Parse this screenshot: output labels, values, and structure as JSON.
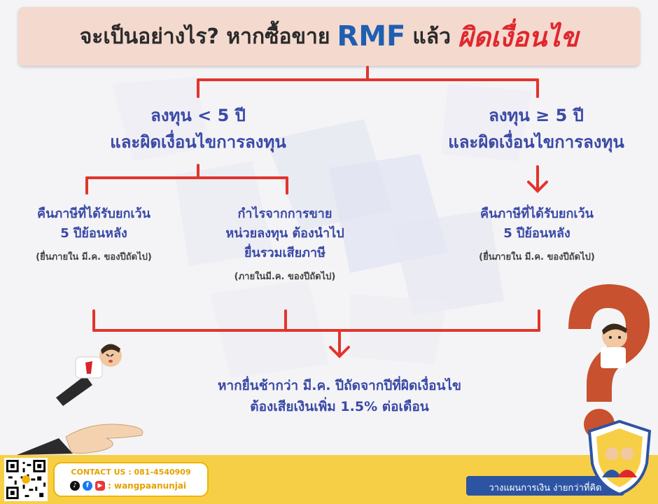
{
  "title": {
    "part1": "จะเป็นอย่างไร? หากซื้อขาย",
    "rmf": "RMF",
    "part2": "แล้ว",
    "accent": "ผิดเงื่อนไข"
  },
  "left_condition": {
    "line1": "ลงทุน < 5 ปี",
    "line2": "และผิดเงื่อนไขการลงทุน"
  },
  "right_condition": {
    "line1": "ลงทุน ≥ 5 ปี",
    "line2": "และผิดเงื่อนไขการลงทุน"
  },
  "outcome_left_a": {
    "line1": "คืนภาษีที่ได้รับยกเว้น",
    "line2": "5 ปีย้อนหลัง",
    "note": "(ยื่นภายใน มี.ค. ของปีถัดไป)"
  },
  "outcome_left_b": {
    "line1": "กำไรจากการขาย",
    "line2": "หน่วยลงทุน ต้องนำไป",
    "line3": "ยื่นรวมเสียภาษี",
    "note": "(ภายในมี.ค. ของปีถัดไป)"
  },
  "outcome_right": {
    "line1": "คืนภาษีที่ได้รับยกเว้น",
    "line2": "5 ปีย้อนหลัง",
    "note": "(ยื่นภายใน มี.ค. ของปีถัดไป)"
  },
  "penalty": {
    "line1": "หากยื่นช้ากว่า มี.ค. ปีถัดจากปีที่ผิดเงื่อนไข",
    "line2": "ต้องเสียเงินเพิ่ม 1.5% ต่อเดือน"
  },
  "footer": {
    "contact": "CONTACT US : 081-4540909",
    "social": ": wangpaanunjai",
    "tagline": "วางแผนการเงิน ง่ายกว่าที่คิด"
  },
  "colors": {
    "line": "#e2352c",
    "text_blue": "#3a49a6",
    "rmf": "#1f5fb0",
    "accent": "#e0272e",
    "footer": "#f7cf47"
  }
}
